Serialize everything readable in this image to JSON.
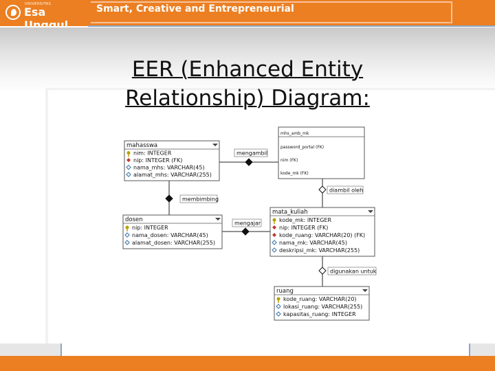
{
  "header": {
    "logo_small": "UNIVERSITAS",
    "logo_text": "Esa Unggul",
    "tagline": "Smart, Creative and Entrepreneurial"
  },
  "slide": {
    "title_line1": "EER (Enhanced Entity",
    "title_line2": "Relationship) Diagram:"
  },
  "diagram": {
    "entities": [
      {
        "id": "mahasiswa",
        "name": "mahasswa",
        "attrs": [
          {
            "text": "nim: INTEGER",
            "key": "pk"
          },
          {
            "text": "nip: INTEGER (FK)",
            "key": "fk"
          },
          {
            "text": "nama_mhs: VARCHAR(45)",
            "key": "attr"
          },
          {
            "text": "alamat_mhs: VARCHAR(255)",
            "key": "attr"
          }
        ]
      },
      {
        "id": "dosen",
        "name": "dosen",
        "attrs": [
          {
            "text": "nip: INTEGER",
            "key": "pk"
          },
          {
            "text": "nama_dosen: VARCHAR(45)",
            "key": "attr"
          },
          {
            "text": "alamat_dosen: VARCHAR(255)",
            "key": "attr"
          }
        ]
      },
      {
        "id": "mata_kuliah",
        "name": "mata_kuliah",
        "attrs": [
          {
            "text": "kode_mk: INTEGER",
            "key": "pk"
          },
          {
            "text": "nip: INTEGER (FK)",
            "key": "fk"
          },
          {
            "text": "kode_ruang: VARCHAR(20) (FK)",
            "key": "fk"
          },
          {
            "text": "nama_mk: VARCHAR(45)",
            "key": "attr"
          },
          {
            "text": "deskripsi_mk: VARCHAR(255)",
            "key": "attr"
          }
        ]
      },
      {
        "id": "ruang",
        "name": "ruang",
        "attrs": [
          {
            "text": "kode_ruang: VARCHAR(20)",
            "key": "pk"
          },
          {
            "text": "lokasi_ruang: VARCHAR(255)",
            "key": "attr"
          },
          {
            "text": "kapasitas_ruang: INTEGER",
            "key": "attr"
          }
        ]
      },
      {
        "id": "mhs_amb_mk",
        "name": "mhs_amb_mk",
        "attrs": [
          {
            "text": "password_portal (FK)",
            "key": "none"
          },
          {
            "text": "nim (FK)",
            "key": "none"
          },
          {
            "text": "kode_mk (FK)",
            "key": "none"
          }
        ]
      }
    ],
    "relationships": [
      {
        "id": "mengambil",
        "label": "mengambil"
      },
      {
        "id": "diambil_oleh",
        "label": "diambil oleh"
      },
      {
        "id": "membimbing",
        "label": "membimbing"
      },
      {
        "id": "mengajar",
        "label": "mengajar"
      },
      {
        "id": "digunakan_untuk",
        "label": "digunakan untuk"
      }
    ]
  },
  "colors": {
    "brand": "#ec7f22",
    "accent_line": "#8aa6c8",
    "pk_key": "#b5a000",
    "fk_key": "#c0392b",
    "attr_diamond": "#4a7fb0"
  }
}
